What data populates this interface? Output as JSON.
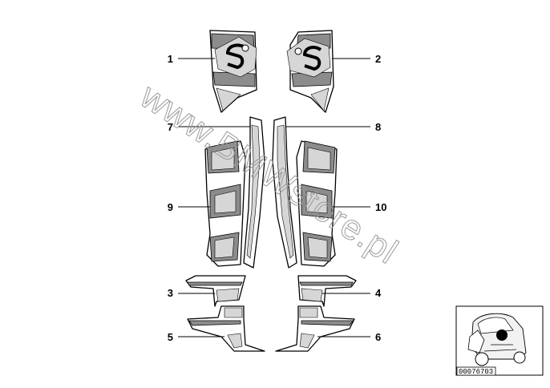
{
  "callouts": [
    "1",
    "2",
    "3",
    "4",
    "5",
    "6",
    "7",
    "8",
    "9",
    "10"
  ],
  "watermark": "www.BMWstore.pl",
  "inset": {
    "reference_code": "00076703"
  }
}
